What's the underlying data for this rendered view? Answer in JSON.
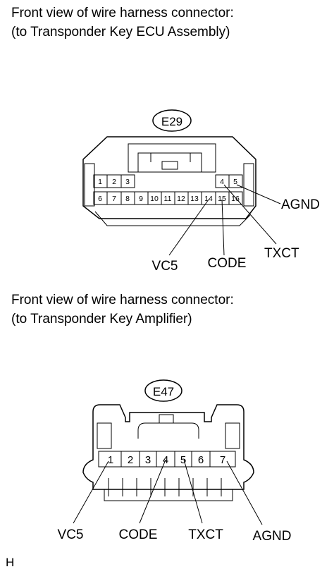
{
  "connector1": {
    "caption_line1": "Front view of wire harness connector:",
    "caption_line2": "(to Transponder Key ECU Assembly)",
    "id": "E29",
    "pins_top_left": [
      "1",
      "2",
      "3"
    ],
    "pins_top_right": [
      "4",
      "5"
    ],
    "pins_bottom": [
      "6",
      "7",
      "8",
      "9",
      "10",
      "11",
      "12",
      "13",
      "14",
      "15",
      "16"
    ],
    "signals": [
      {
        "pin": "5",
        "name": "AGND"
      },
      {
        "pin": "4",
        "name": "TXCT"
      },
      {
        "pin": "14",
        "name": "VC5"
      },
      {
        "pin": "15",
        "name": "CODE"
      }
    ]
  },
  "connector2": {
    "caption_line1": "Front view of wire harness connector:",
    "caption_line2": "(to Transponder Key Amplifier)",
    "id": "E47",
    "pins": [
      "1",
      "2",
      "3",
      "4",
      "5",
      "6",
      "7"
    ],
    "signals": [
      {
        "pin": "1",
        "name": "VC5"
      },
      {
        "pin": "4",
        "name": "CODE"
      },
      {
        "pin": "5",
        "name": "TXCT"
      },
      {
        "pin": "7",
        "name": "AGND"
      }
    ]
  },
  "footer": {
    "code": "H"
  }
}
